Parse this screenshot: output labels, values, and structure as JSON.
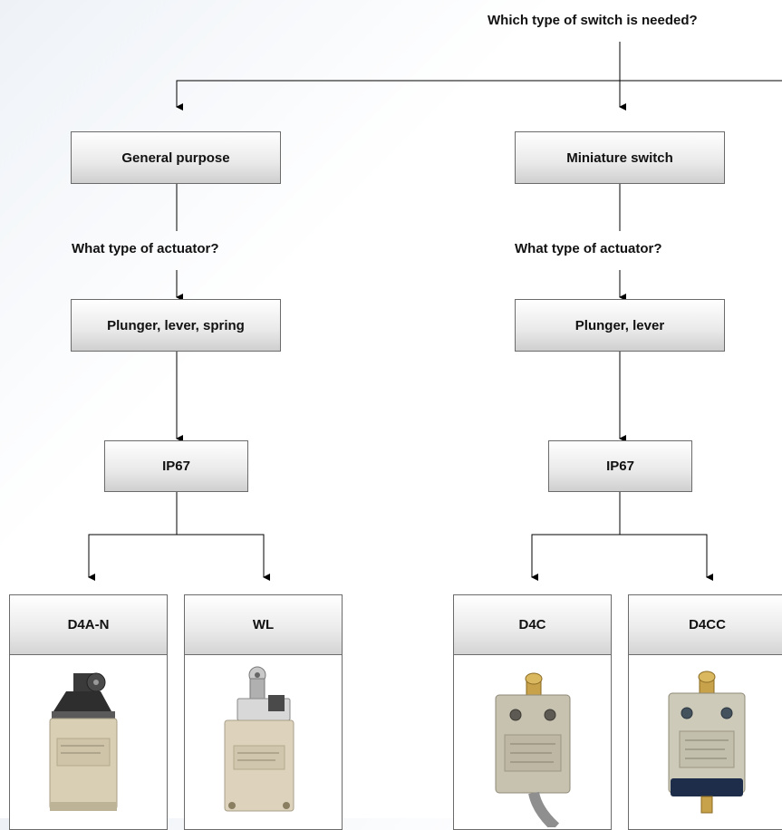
{
  "question_root": "Which type of switch is needed?",
  "left": {
    "category": "General purpose",
    "question": "What type of actuator?",
    "actuator": "Plunger, lever, spring",
    "protection": "IP67",
    "products": [
      {
        "name": "D4A-N",
        "image": "limit-switch-roller-lever"
      },
      {
        "name": "WL",
        "image": "limit-switch-roller-lever-wl"
      }
    ]
  },
  "right": {
    "category": "Miniature switch",
    "question": "What type of actuator?",
    "actuator": "Plunger, lever",
    "protection": "IP67",
    "products": [
      {
        "name": "D4C",
        "image": "miniature-switch-roller-plunger"
      },
      {
        "name": "D4CC",
        "image": "miniature-switch-roller-plunger-connector"
      }
    ]
  },
  "colors": {
    "line": "#000000",
    "box_border": "#6b6b6b",
    "box_gradient_top": "#ffffff",
    "box_gradient_bottom": "#cfcfcf"
  }
}
